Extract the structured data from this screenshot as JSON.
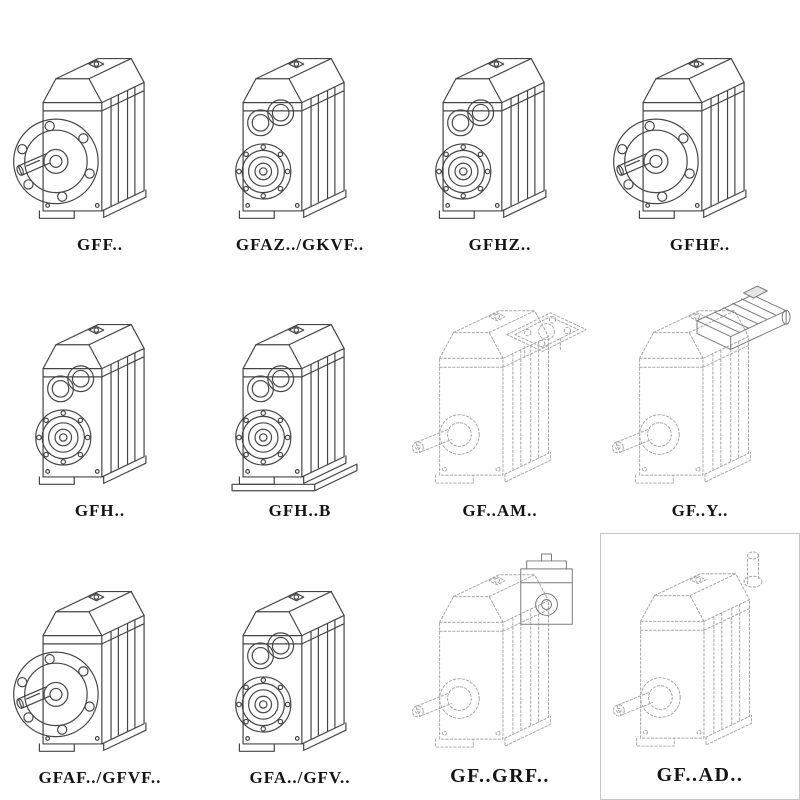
{
  "page": {
    "background": "#ffffff",
    "line_color_solid": "#454545",
    "line_color_phantom": "#a6a6a6"
  },
  "catalog": {
    "rows": 3,
    "columns": 4,
    "cells": [
      {
        "label": "GFF..",
        "figure": "gearbox-with-output-flange-and-shaft",
        "line_style": "solid"
      },
      {
        "label": "GFAZ../GKVF..",
        "figure": "gearbox-hollow-bore",
        "line_style": "solid"
      },
      {
        "label": "GFHZ..",
        "figure": "gearbox-hollow-shaft",
        "line_style": "solid"
      },
      {
        "label": "GFHF..",
        "figure": "gearbox-flange-mounted",
        "line_style": "solid"
      },
      {
        "label": "GFH..",
        "figure": "gearbox-hollow-shaft",
        "line_style": "solid"
      },
      {
        "label": "GFH..B",
        "figure": "gearbox-hollow-shaft-with-base",
        "line_style": "solid"
      },
      {
        "label": "GF..AM..",
        "figure": "gearbox-with-motor-adapter-flange",
        "line_style": "phantom"
      },
      {
        "label": "GF..Y..",
        "figure": "gearbox-with-mounted-motor",
        "line_style": "phantom"
      },
      {
        "label": "GFAF../GFVF..",
        "figure": "gearbox-with-output-flange-and-shaft",
        "line_style": "solid"
      },
      {
        "label": "GFA../GFV..",
        "figure": "gearbox-hollow-shaft",
        "line_style": "solid"
      },
      {
        "label": "GF..GRF..",
        "figure": "gearbox-with-gear-attachment",
        "line_style": "phantom"
      },
      {
        "label": "GF..AD..",
        "figure": "gearbox-with-top-input-shaft",
        "line_style": "phantom",
        "boxed": true
      }
    ]
  }
}
